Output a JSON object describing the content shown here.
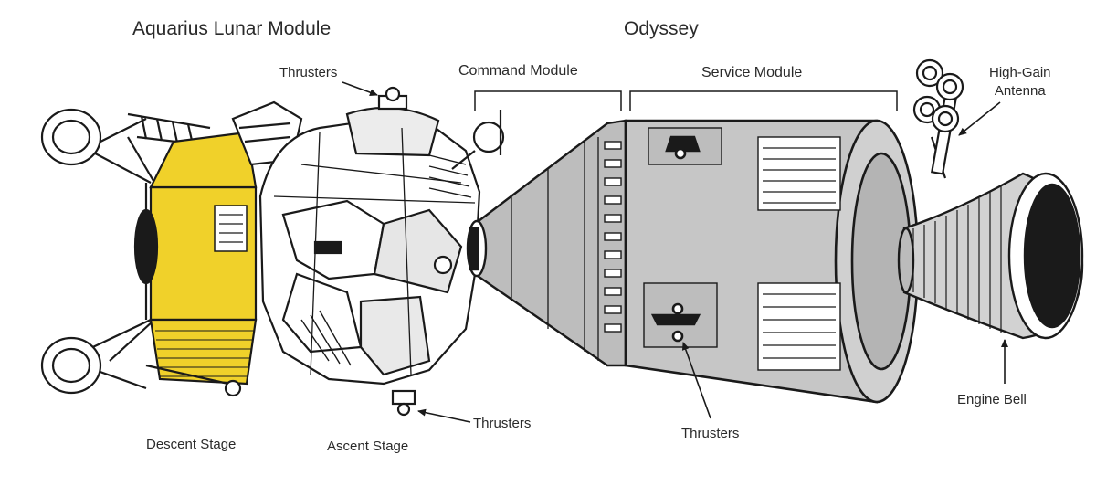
{
  "titles": {
    "lunar_module": "Aquarius Lunar Module",
    "csm": "Odyssey"
  },
  "labels": {
    "thrusters_top": "Thrusters",
    "command_module": "Command Module",
    "service_module": "Service Module",
    "high_gain_antenna": [
      "High-Gain",
      "Antenna"
    ],
    "descent_stage": "Descent Stage",
    "ascent_stage": "Ascent Stage",
    "thrusters_bottom_left": "Thrusters",
    "thrusters_bottom_center": "Thrusters",
    "engine_bell": "Engine Bell"
  },
  "colors": {
    "descent_stage_fill": "#f0d12a",
    "service_module_fill": "#c6c6c6",
    "command_module_fill": "#bdbdbd",
    "engine_bell_fill": "#d2d2d2",
    "line": "#1a1a1a"
  }
}
